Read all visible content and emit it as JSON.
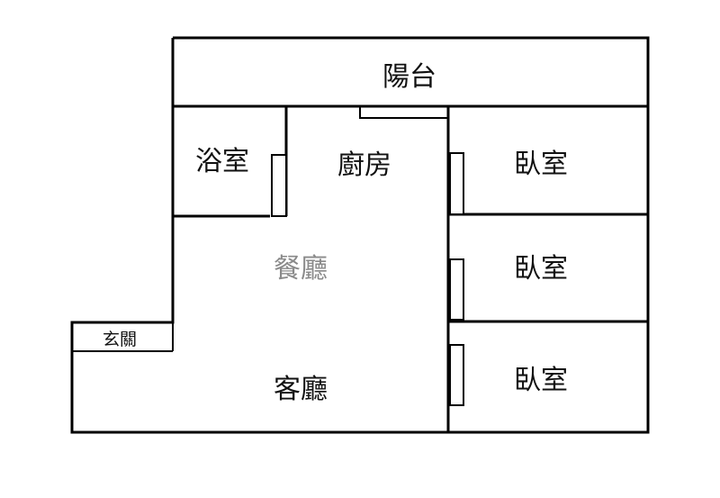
{
  "floorplan": {
    "rooms": {
      "balcony": "陽台",
      "bathroom": "浴室",
      "kitchen": "廚房",
      "bedroom_1": "臥室",
      "bedroom_2": "臥室",
      "bedroom_3": "臥室",
      "dining": "餐廳",
      "entrance": "玄關",
      "living": "客廳"
    }
  }
}
